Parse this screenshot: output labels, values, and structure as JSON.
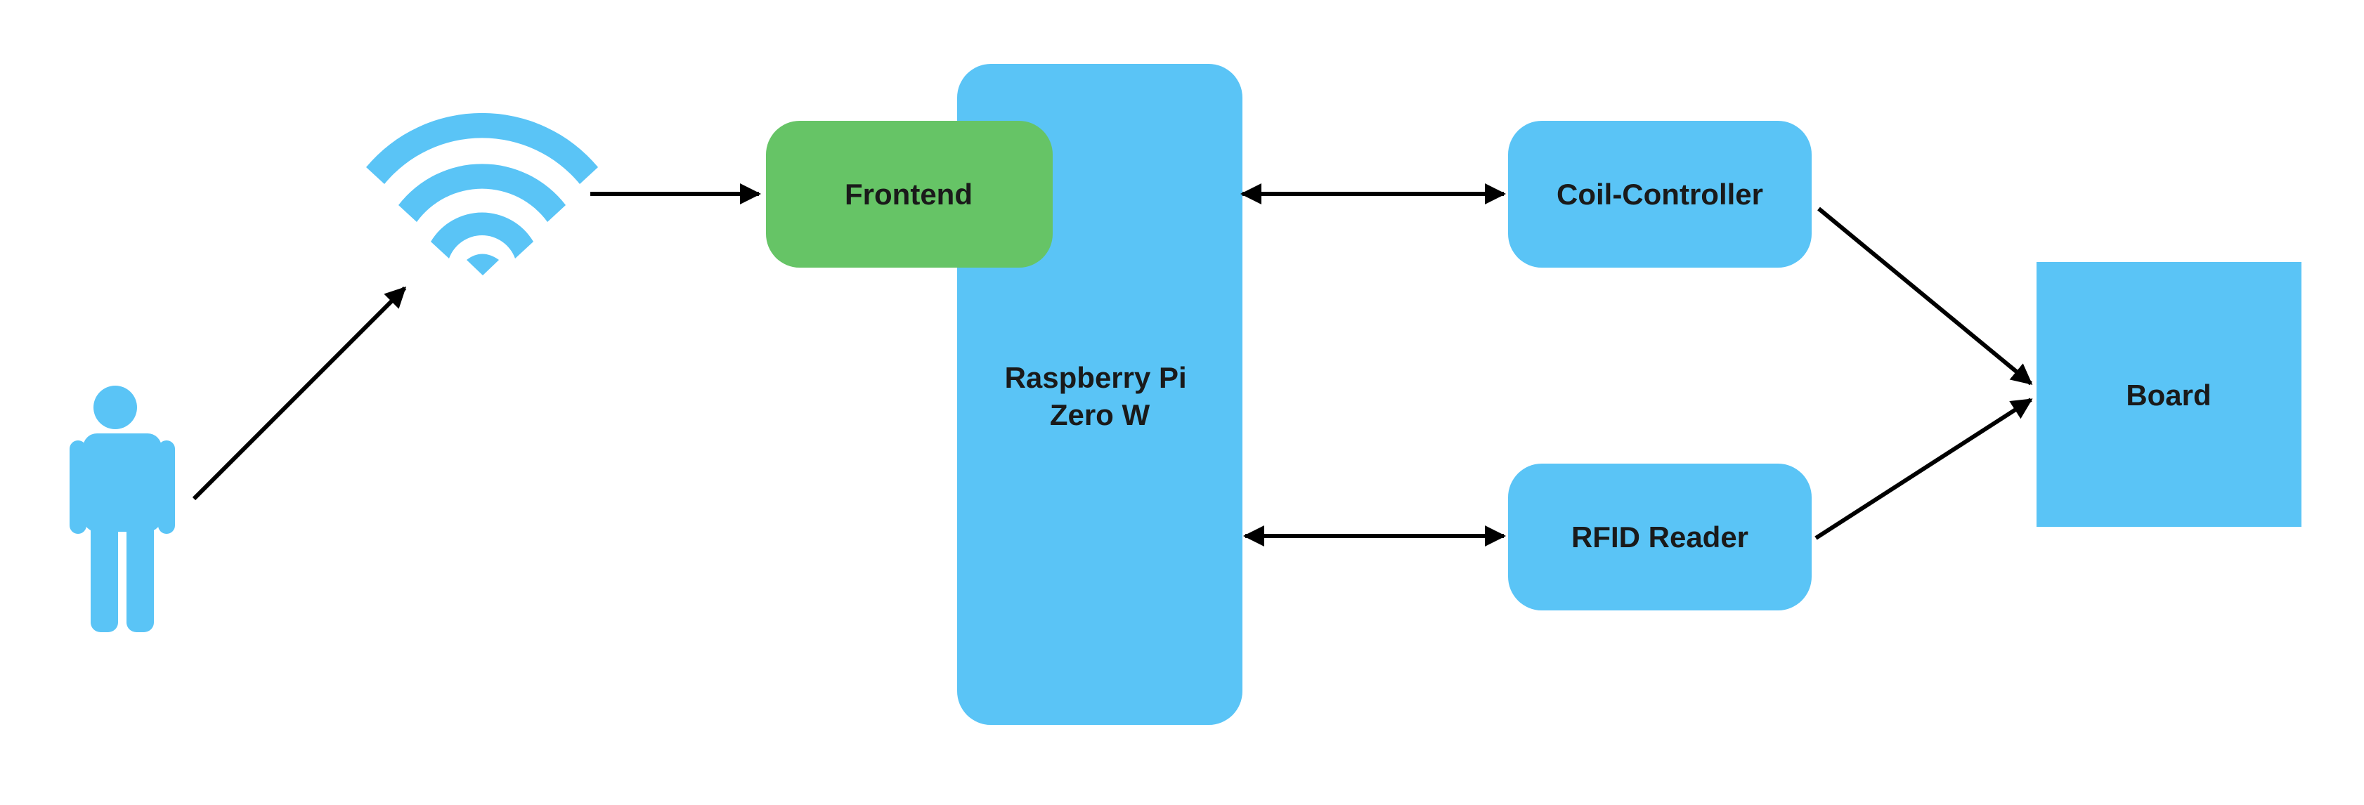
{
  "colors": {
    "blue": "#5ac4f6",
    "green": "#66c466",
    "connector": "#000000",
    "text": "#1a1a1a"
  },
  "icons": [
    "person-icon",
    "wifi-icon"
  ],
  "nodes": {
    "frontend": {
      "label": "Frontend"
    },
    "raspberry_pi": {
      "line1": "Raspberry Pi",
      "line2": "Zero W"
    },
    "coil_controller": {
      "label": "Coil-Controller"
    },
    "rfid_reader": {
      "label": "RFID Reader"
    },
    "board": {
      "label": "Board"
    }
  },
  "edges": [
    {
      "from": "person",
      "to": "wifi",
      "direction": "forward"
    },
    {
      "from": "wifi",
      "to": "frontend",
      "direction": "forward"
    },
    {
      "from": "raspberry_pi",
      "to": "coil_controller",
      "direction": "both"
    },
    {
      "from": "raspberry_pi",
      "to": "rfid_reader",
      "direction": "both"
    },
    {
      "from": "coil_controller",
      "to": "board",
      "direction": "forward"
    },
    {
      "from": "rfid_reader",
      "to": "board",
      "direction": "forward"
    }
  ]
}
